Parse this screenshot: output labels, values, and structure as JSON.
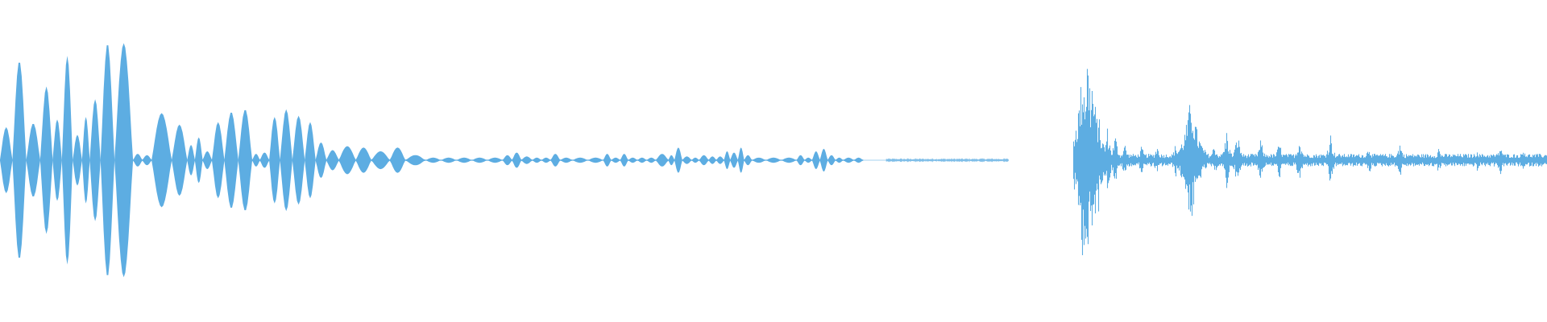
{
  "waveform": {
    "color": "#5DADE2",
    "background": "#FFFFFF",
    "segments": [
      {
        "style": "lobes",
        "lobes": [
          [
            0.0,
            0.008,
            0.26
          ],
          [
            0.008,
            0.017,
            0.78
          ],
          [
            0.017,
            0.026,
            0.29
          ],
          [
            0.026,
            0.034,
            0.58
          ],
          [
            0.034,
            0.04,
            0.32
          ],
          [
            0.04,
            0.047,
            0.82
          ],
          [
            0.047,
            0.053,
            0.2
          ],
          [
            0.053,
            0.058,
            0.34
          ],
          [
            0.058,
            0.065,
            0.48
          ],
          [
            0.065,
            0.074,
            0.92
          ],
          [
            0.074,
            0.086,
            0.92
          ],
          [
            0.086,
            0.092,
            0.05
          ],
          [
            0.092,
            0.098,
            0.04
          ],
          [
            0.098,
            0.111,
            0.37
          ],
          [
            0.111,
            0.121,
            0.28
          ],
          [
            0.121,
            0.126,
            0.12
          ],
          [
            0.126,
            0.131,
            0.18
          ],
          [
            0.131,
            0.137,
            0.07
          ],
          [
            0.137,
            0.145,
            0.3
          ],
          [
            0.145,
            0.154,
            0.38
          ],
          [
            0.154,
            0.163,
            0.4
          ],
          [
            0.163,
            0.168,
            0.05
          ],
          [
            0.168,
            0.174,
            0.06
          ],
          [
            0.174,
            0.181,
            0.34
          ],
          [
            0.181,
            0.189,
            0.4
          ],
          [
            0.189,
            0.197,
            0.35
          ],
          [
            0.197,
            0.204,
            0.3
          ],
          [
            0.204,
            0.211,
            0.14
          ],
          [
            0.211,
            0.219,
            0.08
          ],
          [
            0.219,
            0.23,
            0.11
          ],
          [
            0.23,
            0.24,
            0.1
          ],
          [
            0.24,
            0.252,
            0.07
          ],
          [
            0.252,
            0.262,
            0.1
          ],
          [
            0.262,
            0.275,
            0.04
          ],
          [
            0.275,
            0.285,
            0.02
          ],
          [
            0.285,
            0.295,
            0.02
          ],
          [
            0.295,
            0.305,
            0.02
          ],
          [
            0.305,
            0.315,
            0.02
          ],
          [
            0.315,
            0.325,
            0.02
          ],
          [
            0.325,
            0.331,
            0.04
          ],
          [
            0.331,
            0.337,
            0.06
          ],
          [
            0.337,
            0.344,
            0.03
          ],
          [
            0.344,
            0.35,
            0.02
          ],
          [
            0.35,
            0.356,
            0.02
          ],
          [
            0.356,
            0.362,
            0.05
          ],
          [
            0.362,
            0.37,
            0.02
          ],
          [
            0.37,
            0.38,
            0.02
          ],
          [
            0.38,
            0.39,
            0.02
          ],
          [
            0.39,
            0.395,
            0.05
          ],
          [
            0.395,
            0.401,
            0.02
          ],
          [
            0.401,
            0.406,
            0.05
          ],
          [
            0.406,
            0.412,
            0.02
          ],
          [
            0.412,
            0.418,
            0.02
          ],
          [
            0.418,
            0.424,
            0.02
          ],
          [
            0.424,
            0.432,
            0.05
          ],
          [
            0.432,
            0.436,
            0.04
          ],
          [
            0.436,
            0.441,
            0.1
          ],
          [
            0.441,
            0.447,
            0.03
          ],
          [
            0.447,
            0.452,
            0.02
          ],
          [
            0.452,
            0.458,
            0.04
          ],
          [
            0.458,
            0.463,
            0.03
          ],
          [
            0.463,
            0.468,
            0.03
          ],
          [
            0.468,
            0.472,
            0.07
          ],
          [
            0.472,
            0.477,
            0.06
          ],
          [
            0.477,
            0.481,
            0.1
          ],
          [
            0.481,
            0.486,
            0.04
          ],
          [
            0.486,
            0.495,
            0.02
          ],
          [
            0.495,
            0.505,
            0.02
          ],
          [
            0.505,
            0.515,
            0.02
          ],
          [
            0.515,
            0.52,
            0.04
          ],
          [
            0.52,
            0.525,
            0.02
          ],
          [
            0.525,
            0.53,
            0.07
          ],
          [
            0.53,
            0.535,
            0.09
          ],
          [
            0.535,
            0.54,
            0.04
          ],
          [
            0.54,
            0.545,
            0.02
          ],
          [
            0.545,
            0.552,
            0.02
          ],
          [
            0.552,
            0.558,
            0.02
          ]
        ]
      },
      {
        "style": "faint",
        "x0": 0.573,
        "x1": 0.652,
        "amp": 0.012
      },
      {
        "style": "noise",
        "x0": 0.694,
        "x1": 1.0,
        "base": 0.05,
        "tail": 0.04,
        "peaks": [
          [
            0.7,
            0.8
          ],
          [
            0.703,
            0.9
          ],
          [
            0.706,
            0.68
          ],
          [
            0.71,
            0.45
          ],
          [
            0.716,
            0.28
          ],
          [
            0.721,
            0.22
          ],
          [
            0.727,
            0.15
          ],
          [
            0.738,
            0.12
          ],
          [
            0.748,
            0.13
          ],
          [
            0.76,
            0.14
          ],
          [
            0.77,
            0.55
          ],
          [
            0.785,
            0.14
          ],
          [
            0.793,
            0.25
          ],
          [
            0.8,
            0.24
          ],
          [
            0.815,
            0.18
          ],
          [
            0.827,
            0.16
          ],
          [
            0.84,
            0.2
          ],
          [
            0.86,
            0.23
          ],
          [
            0.885,
            0.13
          ],
          [
            0.905,
            0.15
          ],
          [
            0.93,
            0.11
          ],
          [
            0.955,
            0.1
          ],
          [
            0.97,
            0.13
          ],
          [
            0.985,
            0.11
          ]
        ]
      }
    ]
  }
}
